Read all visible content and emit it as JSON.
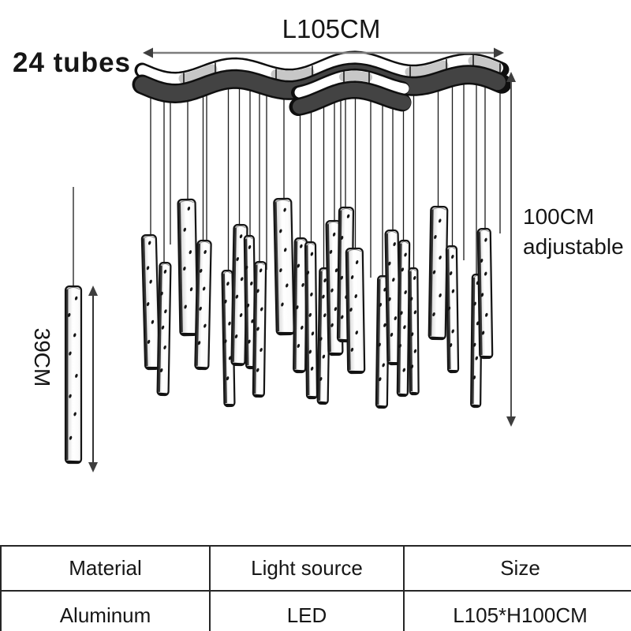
{
  "header": {
    "tube_count_label": "24 tubes"
  },
  "dimensions": {
    "width_label": "L105CM",
    "height_label": "100CM",
    "height_note": "adjustable",
    "tube_length_label": "39CM"
  },
  "figure": {
    "tube_total": 24,
    "colors": {
      "canopy_front": "#434343",
      "canopy_facet": "#c7c7c7",
      "outline": "#0f0f0f",
      "dimension_line": "#7d7d7d",
      "arrowhead": "#3e3e3e",
      "cable": "#1b1b1b"
    }
  },
  "spec_table": {
    "headers": [
      "Material",
      "Light source",
      "Size"
    ],
    "rows": [
      [
        "Aluminum",
        "LED",
        "L105*H100CM"
      ]
    ]
  }
}
